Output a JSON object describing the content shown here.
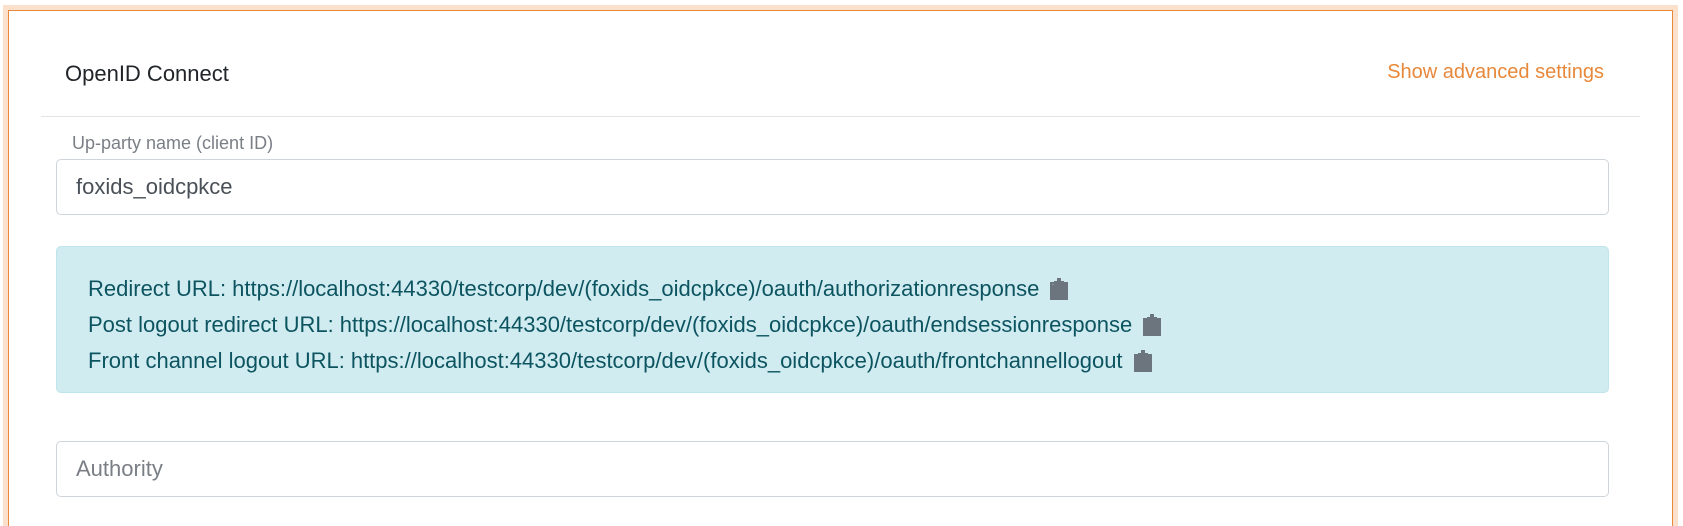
{
  "card": {
    "title": "OpenID Connect",
    "advanced_link": "Show advanced settings"
  },
  "form": {
    "client_id": {
      "label": "Up-party name (client ID)",
      "value": "foxids_oidcpkce"
    },
    "authority": {
      "placeholder": "Authority",
      "value": ""
    }
  },
  "info": {
    "rows": [
      {
        "label": "Redirect URL:",
        "url": "https://localhost:44330/testcorp/dev/(foxids_oidcpkce)/oauth/authorizationresponse",
        "icon": "clipboard-icon"
      },
      {
        "label": "Post logout redirect URL:",
        "url": "https://localhost:44330/testcorp/dev/(foxids_oidcpkce)/oauth/endsessionresponse",
        "icon": "clipboard-icon"
      },
      {
        "label": "Front channel logout URL:",
        "url": "https://localhost:44330/testcorp/dev/(foxids_oidcpkce)/oauth/frontchannellogout",
        "icon": "clipboard-icon"
      }
    ]
  },
  "colors": {
    "accent": "#e8883a",
    "accent_glow": "#fbe1cc",
    "info_bg": "#d1ecf1",
    "info_border": "#bee5eb",
    "info_text": "#0c5460",
    "icon_gray": "#6c757d",
    "muted_text": "#7a7f86"
  }
}
